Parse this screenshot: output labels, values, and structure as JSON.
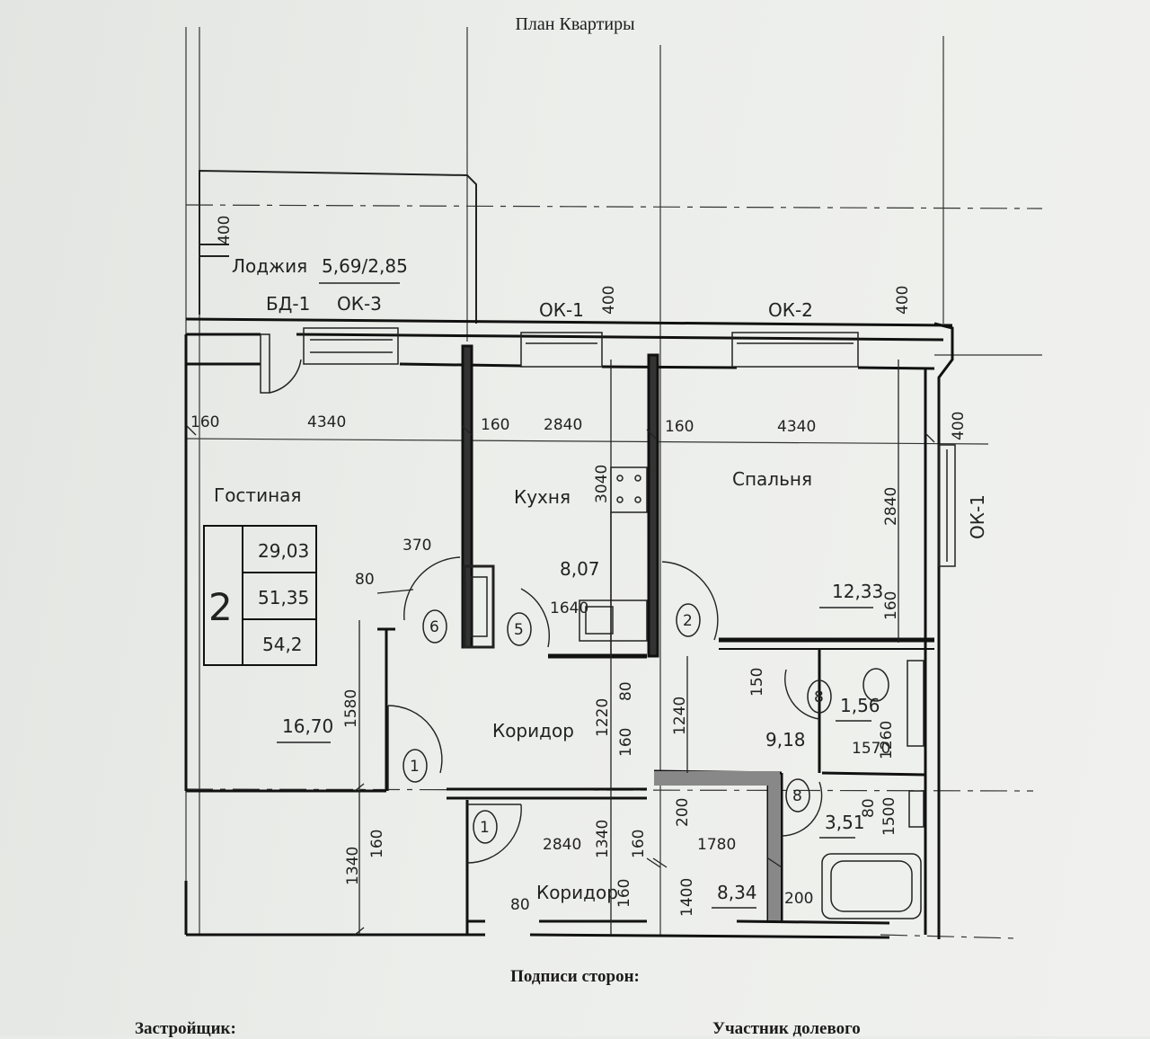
{
  "document": {
    "title": "План Квартиры",
    "signatures_heading": "Подписи сторон:",
    "party_left": "Застройщик:",
    "party_right": "Участник долевого"
  },
  "rooms": {
    "loggia": {
      "name": "Лоджия",
      "area": "5,69/2,85"
    },
    "living": {
      "name": "Гостиная",
      "area": "16,70"
    },
    "kitchen": {
      "name": "Кухня",
      "area": "8,07"
    },
    "bedroom": {
      "name": "Спальня",
      "area": "12,33"
    },
    "corridor_upper": {
      "name": "Коридор",
      "area": "9,18"
    },
    "corridor_lower": {
      "name": "Коридор",
      "area": "8,34"
    },
    "wc": {
      "area": "1,56"
    },
    "bath": {
      "area": "3,51"
    }
  },
  "summary": {
    "rooms_count": "2",
    "living_area": "29,03",
    "total_area": "51,35",
    "total_with_loggia": "54,2"
  },
  "openings": {
    "bd1": "БД-1",
    "ok3": "ОК-3",
    "ok1": "ОК-1",
    "ok2": "ОК-2",
    "ok1_side": "ОК-1"
  },
  "door_marks": {
    "d1a": "1",
    "d1b": "1",
    "d2": "2",
    "d5": "5",
    "d6": "6",
    "d8a": "8",
    "d8b": "8"
  },
  "dimensions": {
    "d400_loggia": "400",
    "d400_ok1": "400",
    "d400_ok2": "400",
    "d400_side": "400",
    "d160_a": "160",
    "d4340_a": "4340",
    "d160_b": "160",
    "d2840_a": "2840",
    "d160_c": "160",
    "d4340_b": "4340",
    "d3040": "3040",
    "d2840_v": "2840",
    "d370": "370",
    "d80_a": "80",
    "d1640": "1640",
    "d160_v": "160",
    "d1580": "1580",
    "d1220": "1220",
    "d80_b": "80",
    "d160_d": "160",
    "d1240": "1240",
    "d150": "150",
    "d1570": "1570",
    "d1260": "1260",
    "d200_a": "200",
    "d80_c": "80",
    "d1500": "1500",
    "d1340_a": "1340",
    "d160_e": "160",
    "d2840_b": "2840",
    "d1340_b": "1340",
    "d160_f": "160",
    "d1780": "1780",
    "d160_g": "160",
    "d1400": "1400",
    "d200_b": "200",
    "d80_d": "80"
  }
}
